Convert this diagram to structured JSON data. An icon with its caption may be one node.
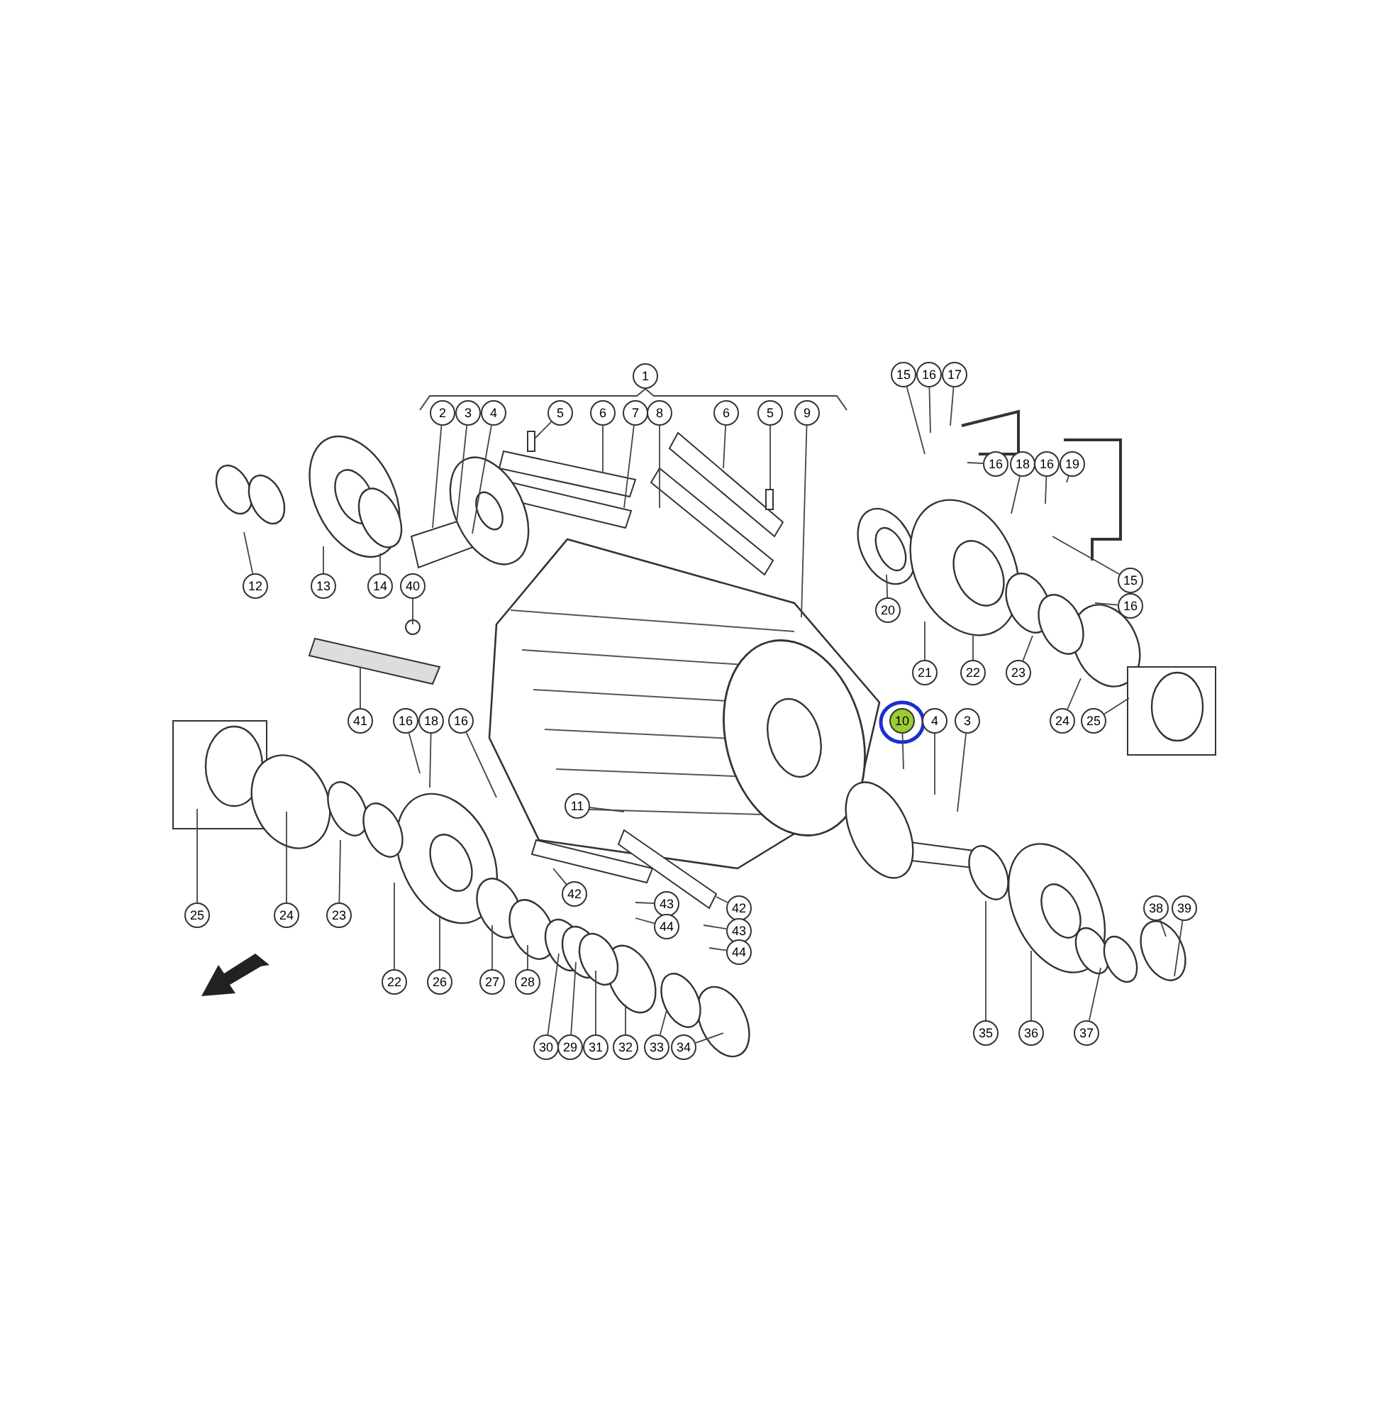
{
  "diagram": {
    "nodes": [
      {
        "text": [
          "1"
        ]
      },
      {
        "text": [
          "2"
        ]
      },
      {
        "text": [
          "3"
        ]
      },
      {
        "text": [
          "4"
        ]
      },
      {
        "text": [
          "5"
        ]
      },
      {
        "text": [
          "6"
        ]
      },
      {
        "text": [
          "7"
        ]
      },
      {
        "text": [
          "8"
        ]
      },
      {
        "text": [
          "6"
        ]
      },
      {
        "text": [
          "5"
        ]
      },
      {
        "text": [
          "9"
        ]
      },
      {
        "text": [
          "15"
        ]
      },
      {
        "text": [
          "16"
        ]
      },
      {
        "text": [
          "17"
        ]
      },
      {
        "text": [
          "16"
        ]
      },
      {
        "text": [
          "18"
        ]
      },
      {
        "text": [
          "16"
        ]
      },
      {
        "text": [
          "19"
        ]
      },
      {
        "text": [
          "15"
        ]
      },
      {
        "text": [
          "16"
        ]
      },
      {
        "text": [
          "12"
        ]
      },
      {
        "text": [
          "13"
        ]
      },
      {
        "text": [
          "14"
        ]
      },
      {
        "text": [
          "40"
        ]
      },
      {
        "text": [
          "20"
        ]
      },
      {
        "text": [
          "21"
        ]
      },
      {
        "text": [
          "22"
        ]
      },
      {
        "text": [
          "23"
        ]
      },
      {
        "text": [
          "41"
        ]
      },
      {
        "text": [
          "16"
        ]
      },
      {
        "text": [
          "18"
        ]
      },
      {
        "text": [
          "16"
        ]
      },
      {
        "text": [
          "10"
        ]
      },
      {
        "text": [
          "4"
        ]
      },
      {
        "text": [
          "3"
        ]
      },
      {
        "text": [
          "24"
        ]
      },
      {
        "text": [
          "25"
        ]
      },
      {
        "text": [
          "11"
        ]
      },
      {
        "text": [
          "42"
        ]
      },
      {
        "text": [
          "42"
        ]
      },
      {
        "text": [
          "43"
        ]
      },
      {
        "text": [
          "38"
        ]
      },
      {
        "text": [
          "39"
        ]
      },
      {
        "text": [
          "25"
        ]
      },
      {
        "text": [
          "24"
        ]
      },
      {
        "text": [
          "23"
        ]
      },
      {
        "text": [
          "43"
        ]
      },
      {
        "text": [
          "44"
        ]
      },
      {
        "text": [
          "44"
        ]
      },
      {
        "text": [
          "22"
        ]
      },
      {
        "text": [
          "26"
        ]
      },
      {
        "text": [
          "27"
        ]
      },
      {
        "text": [
          "28"
        ]
      },
      {
        "text": [
          "35"
        ]
      },
      {
        "text": [
          "36"
        ]
      },
      {
        "text": [
          "37"
        ]
      },
      {
        "text": [
          "30"
        ]
      },
      {
        "text": [
          "29"
        ]
      },
      {
        "text": [
          "31"
        ]
      },
      {
        "text": [
          "32"
        ]
      },
      {
        "text": [
          "33"
        ]
      },
      {
        "text": [
          "34"
        ]
      }
    ],
    "edges": [
      {
        "from": 1,
        "to": null,
        "arrow": "none"
      },
      {
        "from": 2,
        "to": null,
        "arrow": "none"
      },
      {
        "from": 3,
        "to": null,
        "arrow": "none"
      },
      {
        "from": 4,
        "to": null,
        "arrow": "none"
      },
      {
        "from": 5,
        "to": null,
        "arrow": "none"
      },
      {
        "from": 6,
        "to": null,
        "arrow": "none"
      },
      {
        "from": 7,
        "to": null,
        "arrow": "none"
      },
      {
        "from": 8,
        "to": null,
        "arrow": "none"
      },
      {
        "from": 9,
        "to": null,
        "arrow": "none"
      },
      {
        "from": 10,
        "to": null,
        "arrow": "none"
      },
      {
        "from": 11,
        "to": null,
        "arrow": "none"
      },
      {
        "from": 12,
        "to": null,
        "arrow": "none"
      },
      {
        "from": 13,
        "to": null,
        "arrow": "none"
      },
      {
        "from": 14,
        "to": null,
        "arrow": "none"
      },
      {
        "from": 15,
        "to": null,
        "arrow": "none"
      },
      {
        "from": 16,
        "to": null,
        "arrow": "none"
      },
      {
        "from": 17,
        "to": null,
        "arrow": "none"
      },
      {
        "from": 18,
        "to": null,
        "arrow": "none"
      },
      {
        "from": 19,
        "to": null,
        "arrow": "none"
      },
      {
        "from": 20,
        "to": null,
        "arrow": "none"
      },
      {
        "from": 21,
        "to": null,
        "arrow": "none"
      },
      {
        "from": 22,
        "to": null,
        "arrow": "none"
      },
      {
        "from": 23,
        "to": null,
        "arrow": "none"
      },
      {
        "from": 24,
        "to": null,
        "arrow": "none"
      },
      {
        "from": 25,
        "to": null,
        "arrow": "none"
      },
      {
        "from": 26,
        "to": null,
        "arrow": "none"
      },
      {
        "from": 27,
        "to": null,
        "arrow": "none"
      },
      {
        "from": 28,
        "to": null,
        "arrow": "none"
      },
      {
        "from": 29,
        "to": null,
        "arrow": "none"
      },
      {
        "from": 30,
        "to": null,
        "arrow": "none"
      },
      {
        "from": 31,
        "to": null,
        "arrow": "none"
      },
      {
        "from": 32,
        "to": null,
        "arrow": "none"
      },
      {
        "from": 33,
        "to": null,
        "arrow": "none"
      },
      {
        "from": 34,
        "to": null,
        "arrow": "none"
      },
      {
        "from": 35,
        "to": null,
        "arrow": "none"
      },
      {
        "from": 36,
        "to": null,
        "arrow": "none"
      },
      {
        "from": 37,
        "to": null,
        "arrow": "none"
      },
      {
        "from": 38,
        "to": null,
        "arrow": "none"
      },
      {
        "from": 39,
        "to": null,
        "arrow": "none"
      },
      {
        "from": 40,
        "to": null,
        "arrow": "none"
      },
      {
        "from": 41,
        "to": null,
        "arrow": "none"
      },
      {
        "from": 42,
        "to": null,
        "arrow": "none"
      },
      {
        "from": 43,
        "to": null,
        "arrow": "none"
      },
      {
        "from": 44,
        "to": null,
        "arrow": "none"
      },
      {
        "from": 45,
        "to": null,
        "arrow": "none"
      },
      {
        "from": 46,
        "to": null,
        "arrow": "none"
      },
      {
        "from": 47,
        "to": null,
        "arrow": "none"
      },
      {
        "from": 48,
        "to": null,
        "arrow": "none"
      },
      {
        "from": 49,
        "to": null,
        "arrow": "none"
      },
      {
        "from": 50,
        "to": null,
        "arrow": "none"
      },
      {
        "from": 51,
        "to": null,
        "arrow": "none"
      },
      {
        "from": 52,
        "to": null,
        "arrow": "none"
      },
      {
        "from": 53,
        "to": null,
        "arrow": "none"
      },
      {
        "from": 54,
        "to": null,
        "arrow": "none"
      },
      {
        "from": 55,
        "to": null,
        "arrow": "none"
      },
      {
        "from": 56,
        "to": null,
        "arrow": "none"
      },
      {
        "from": 57,
        "to": null,
        "arrow": "none"
      },
      {
        "from": 58,
        "to": null,
        "arrow": "none"
      },
      {
        "from": 59,
        "to": null,
        "arrow": "none"
      },
      {
        "from": 60,
        "to": null,
        "arrow": "none"
      },
      {
        "from": 61,
        "to": null,
        "arrow": "none"
      }
    ]
  }
}
